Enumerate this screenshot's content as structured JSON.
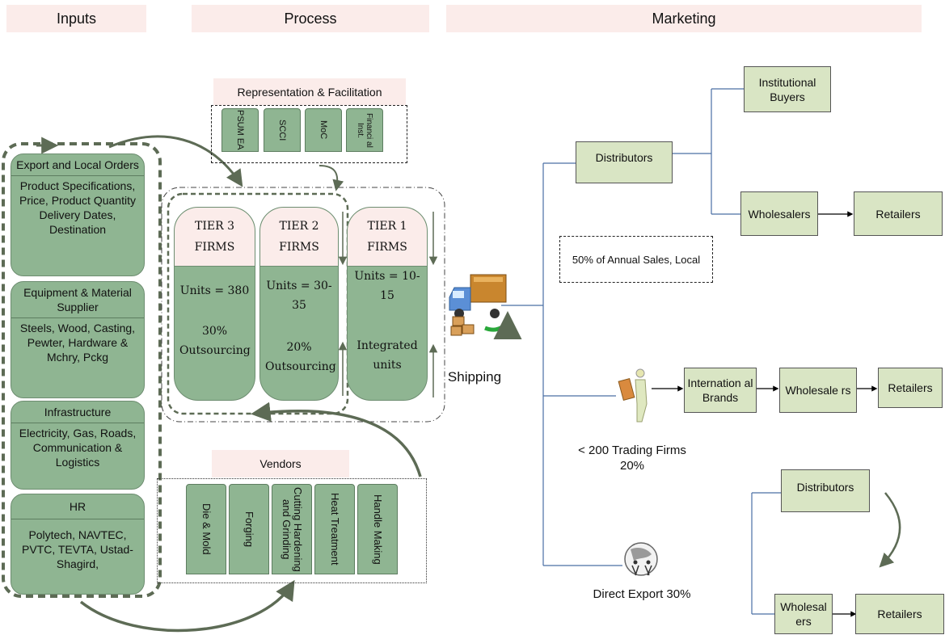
{
  "headers": {
    "inputs": "Inputs",
    "process": "Process",
    "marketing": "Marketing"
  },
  "inputs": [
    {
      "title": "Export and Local Orders",
      "body": "Product Specifications, Price, Product Quantity Delivery Dates, Destination"
    },
    {
      "title": "Equipment & Material Supplier",
      "body": "Steels, Wood, Casting, Pewter, Hardware & Mchry, Pckg"
    },
    {
      "title": "Infrastructure",
      "body": "Electricity, Gas, Roads, Communication & Logistics"
    },
    {
      "title": "HR",
      "body": "Polytech, NAVTEC, PVTC, TEVTA, Ustad-Shagird,"
    }
  ],
  "representation": {
    "title": "Representation & Facilitation",
    "items": [
      "PSUM EA",
      "SCCI",
      "MoC",
      "Financi al Inst."
    ]
  },
  "tiers": [
    {
      "name": "TIER 3 FIRMS",
      "units": "Units = 380",
      "note": "30% Outsourcing"
    },
    {
      "name": "TIER 2 FIRMS",
      "units": "Units = 30-35",
      "note": "20% Outsourcing"
    },
    {
      "name": "TIER 1 FIRMS",
      "units": "Units = 10-15",
      "note": "Integrated units"
    }
  ],
  "vendors": {
    "title": "Vendors",
    "items": [
      "Die & Mold",
      "Forging",
      "Cutting Hardening and Grinding",
      "Heat Treatment",
      "Handle Making"
    ]
  },
  "shipping": "Shipping",
  "marketing": {
    "local": {
      "distributors": "Distributors",
      "institutional": "Institutional Buyers",
      "wholesalers": "Wholesalers",
      "retailers": "Retailers",
      "note": "50% of Annual Sales, Local"
    },
    "trading": {
      "brands": "Internation al Brands",
      "wholesalers": "Wholesale rs",
      "retailers": "Retailers",
      "label": "< 200 Trading Firms 20%"
    },
    "export": {
      "distributors": "Distributors",
      "wholesalers": "Wholesal ers",
      "retailers": "Retailers",
      "label": "Direct Export 30%"
    }
  },
  "colors": {
    "green": "#8fb592",
    "beige": "#d9e5c4",
    "header_bg": "#fbecea",
    "line_blue": "#4a6fa5",
    "arrow": "#5d6b55"
  }
}
